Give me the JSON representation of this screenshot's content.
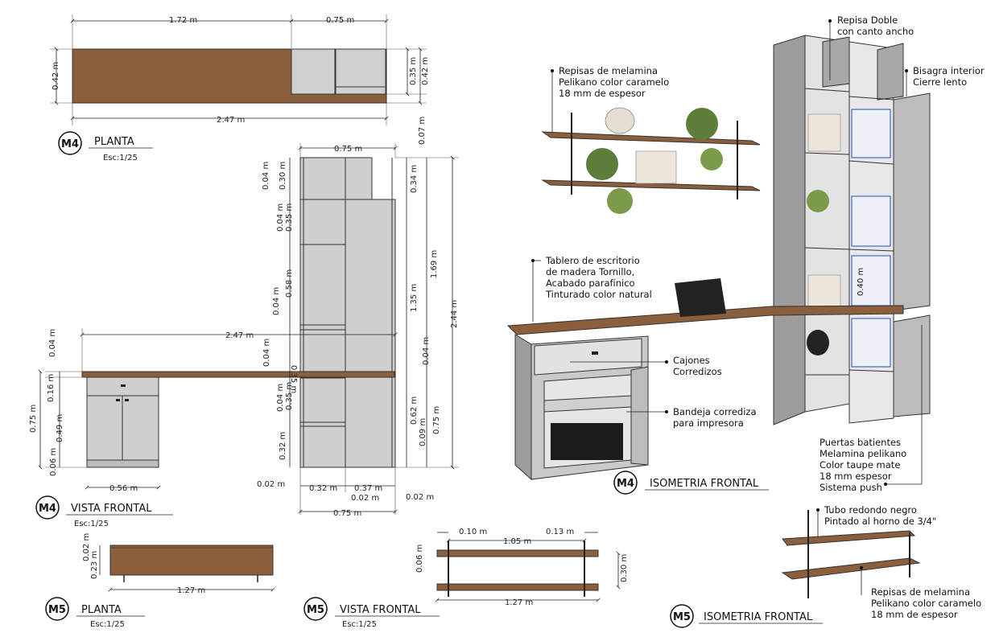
{
  "colors": {
    "wood": "#8b5e3c",
    "wood_dark": "#6b4429",
    "cabinet": "#c9c9c9",
    "cabinet_dark": "#9a9a9a",
    "tall_unit": "#d6d6d6",
    "binder": "#4466cc",
    "line": "#222222"
  },
  "views": {
    "m4_plan": {
      "tag": "M4",
      "title": "PLANTA",
      "scale": "Esc:1/25"
    },
    "m4_front": {
      "tag": "M4",
      "title": "VISTA FRONTAL",
      "scale": "Esc:1/25"
    },
    "m4_iso": {
      "tag": "M4",
      "title": "ISOMETRIA FRONTAL"
    },
    "m5_plan": {
      "tag": "M5",
      "title": "PLANTA",
      "scale": "Esc:1/25"
    },
    "m5_front": {
      "tag": "M5",
      "title": "VISTA FRONTAL",
      "scale": "Esc:1/25"
    },
    "m5_iso": {
      "tag": "M5",
      "title": "ISOMETRIA FRONTAL"
    }
  },
  "dimensions": {
    "plan_width_desk": "1.72 m",
    "plan_width_unit": "0.75 m",
    "plan_depth": "0.42 m",
    "plan_unit_depth": "0.35 m",
    "plan_unit_depth_total": "0.42 m",
    "plan_gap": "0.07 m",
    "plan_total": "2.47 m",
    "front_unit_width": "0.75 m",
    "front_top_gap": "0.04 m",
    "front_shelf_a": "0.30 m",
    "front_shelf_gap_a": "0.04 m",
    "front_shelf_b": "0.35 m",
    "front_shelf_c": "0.58 m",
    "front_shelf_gap_c": "0.04 m",
    "front_shelf_d": "0.35 m",
    "front_shelf_gap_d": "0.04 m",
    "front_shelf_e": "0.35 m",
    "front_shelf_gap_e": "0.04 m",
    "front_shelf_f": "0.32 m",
    "front_right_top": "0.34 m",
    "front_right_mid": "1.35 m",
    "front_right_upper": "1.69 m",
    "front_total_height": "2.44 m",
    "front_right_desk": "0.04 m",
    "front_right_low": "0.62 m",
    "front_right_base": "0.09 m",
    "front_right_desk_height": "0.75 m",
    "front_total_width": "2.47 m",
    "front_top_thickness": "0.04 m",
    "front_desk_height": "0.75 m",
    "front_drawer": "0.16 m",
    "front_doors": "0.49 m",
    "front_plinth": "0.06 m",
    "front_desk_cab_width": "0.56 m",
    "front_side_left": "0.02 m",
    "front_col_left": "0.32 m",
    "front_col_right": "0.37 m",
    "front_mid_divider": "0.02 m",
    "front_side_right": "0.02 m",
    "front_bottom_width": "0.75 m",
    "front_door_mid": "0.40 m",
    "m5_plan_depth_a": "0.02 m",
    "m5_plan_depth_b": "0.23 m",
    "m5_plan_width": "1.27 m",
    "m5_front_left_offset": "0.10 m",
    "m5_front_span": "1.05 m",
    "m5_front_right_offset": "0.13 m",
    "m5_front_thickness": "0.06 m",
    "m5_front_spacing": "0.30 m",
    "m5_front_width": "1.27 m"
  },
  "notes": {
    "shelves_m4": [
      "Repisas de melamina",
      "Pelikano color caramelo",
      "18 mm de espesor"
    ],
    "double_shelf": [
      "Repisa Doble",
      "con canto ancho"
    ],
    "hinge": [
      "Bisagra interior",
      "Cierre lento"
    ],
    "desktop": [
      "Tablero de escritorio",
      "de madera Tornillo,",
      "Acabado parafínico",
      "Tinturado color natural"
    ],
    "drawers": [
      "Cajones",
      "Corredizos"
    ],
    "tray": [
      "Bandeja corrediza",
      "para impresora"
    ],
    "doors": [
      "Puertas batientes",
      "Melamina pelikano",
      "Color taupe mate",
      "18 mm espesor",
      "Sistema push"
    ],
    "tube": [
      "Tubo redondo negro",
      "Pintado al horno de 3/4\""
    ],
    "shelves_m5": [
      "Repisas de melamina",
      "Pelikano color caramelo",
      "18 mm de espesor"
    ]
  }
}
